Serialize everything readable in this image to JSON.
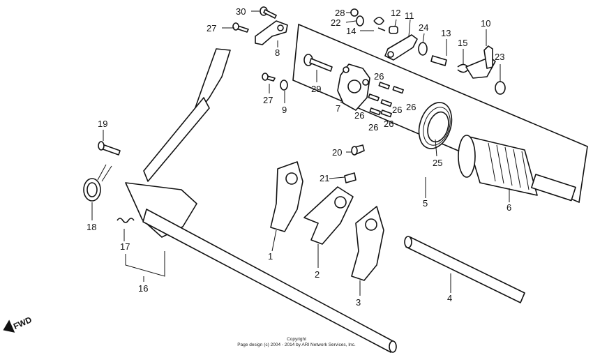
{
  "callouts": {
    "c1": "1",
    "c2": "2",
    "c3": "3",
    "c4": "4",
    "c5": "5",
    "c6": "6",
    "c7": "7",
    "c8": "8",
    "c9": "9",
    "c10": "10",
    "c11": "11",
    "c12": "12",
    "c13": "13",
    "c14": "14",
    "c15": "15",
    "c16": "16",
    "c17": "17",
    "c18": "18",
    "c19": "19",
    "c20": "20",
    "c21": "21",
    "c22": "22",
    "c23": "23",
    "c24": "24",
    "c25": "25",
    "c26a": "26",
    "c26b": "26",
    "c26c": "26",
    "c26d": "26",
    "c26e": "26",
    "c26f": "26",
    "c27a": "27",
    "c27b": "27",
    "c28": "28",
    "c29": "29",
    "c30": "30"
  },
  "direction_label": "FWD",
  "footer": {
    "title": "Copyright",
    "text": "Page design (c) 2004 - 2014 by ARI Network Services, Inc."
  }
}
